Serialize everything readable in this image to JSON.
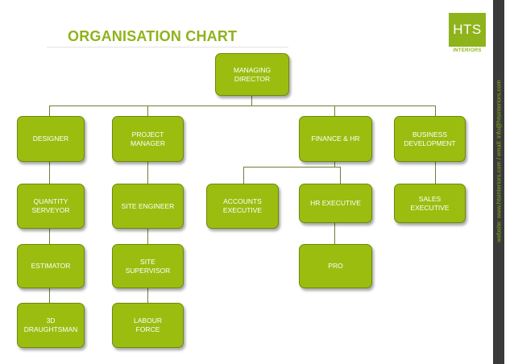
{
  "title": "ORGANISATION CHART",
  "brand": {
    "logo_text": "HTS",
    "logo_subtext": "INTERIORS",
    "contact": "website: www.htsinteriors.com / email: info@htsinteriors.com",
    "accent_color": "#8fb31b"
  },
  "nodes": {
    "managing_director": "MANAGING\nDIRECTOR",
    "designer": "DESIGNER",
    "project_manager": "PROJECT\nMANAGER",
    "finance_hr": "FINANCE & HR",
    "business_development": "BUSINESS\nDEVELOPMENT",
    "quantity_surveyor": "QUANTITY\nSERVEYOR",
    "site_engineer": "SITE ENGINEER",
    "accounts_executive": "ACCOUNTS\nEXECUTIVE",
    "hr_executive": "HR EXECUTIVE",
    "sales_executive": "SALES\nEXECUTIVE",
    "estimator": "ESTIMATOR",
    "site_supervisor": "SITE\nSUPERVISOR",
    "pro": "PRO",
    "draughtsman_3d": "3D\nDRAUGHTSMAN",
    "labour_force": "LABOUR\nFORCE"
  }
}
